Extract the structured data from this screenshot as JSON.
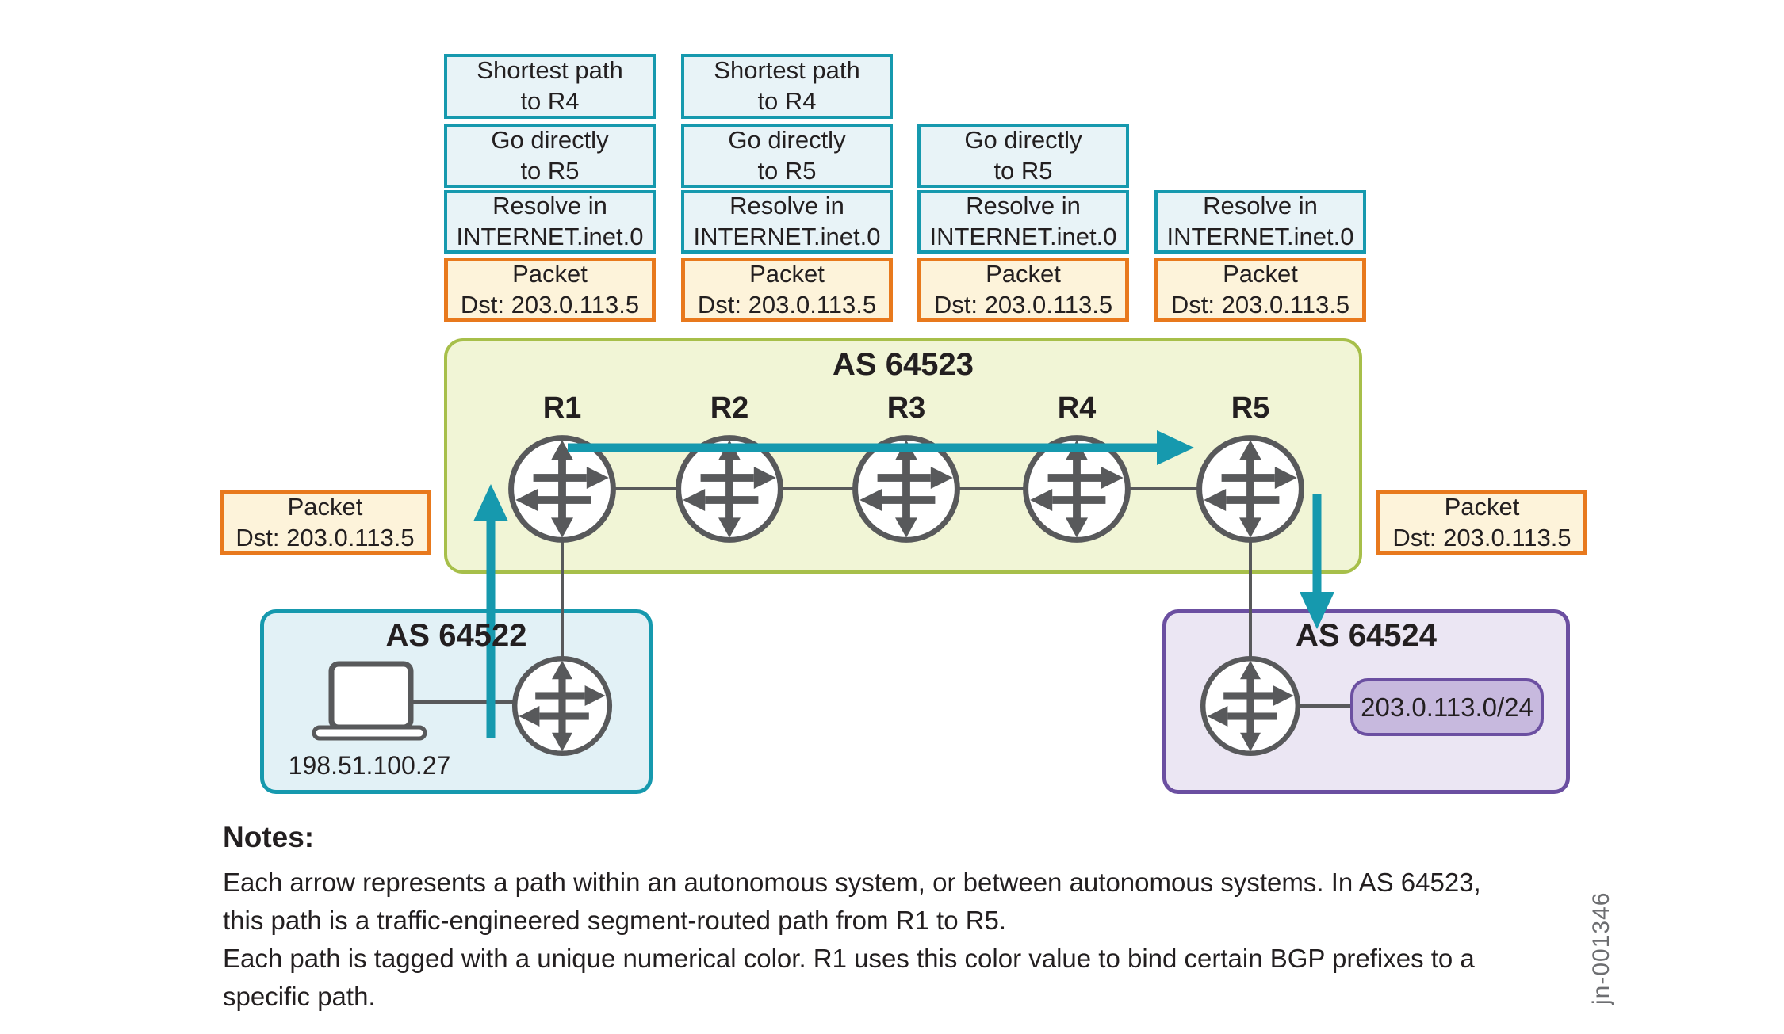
{
  "diagram": {
    "watermark": "jn-001346"
  },
  "stacks": [
    {
      "name": "above-r1",
      "boxes": [
        {
          "kind": "step",
          "text": "Shortest path\nto R4"
        },
        {
          "kind": "step",
          "text": "Go directly\nto R5"
        },
        {
          "kind": "step",
          "text": "Resolve in\nINTERNET.inet.0"
        },
        {
          "kind": "packet",
          "text": "Packet\nDst: 203.0.113.5"
        }
      ]
    },
    {
      "name": "above-r2",
      "boxes": [
        {
          "kind": "step",
          "text": "Shortest path\nto R4"
        },
        {
          "kind": "step",
          "text": "Go directly\nto R5"
        },
        {
          "kind": "step",
          "text": "Resolve in\nINTERNET.inet.0"
        },
        {
          "kind": "packet",
          "text": "Packet\nDst: 203.0.113.5"
        }
      ]
    },
    {
      "name": "above-r3",
      "boxes": [
        {
          "kind": "step",
          "text": "Go directly\nto R5"
        },
        {
          "kind": "step",
          "text": "Resolve in\nINTERNET.inet.0"
        },
        {
          "kind": "packet",
          "text": "Packet\nDst: 203.0.113.5"
        }
      ]
    },
    {
      "name": "above-r4",
      "boxes": [
        {
          "kind": "step",
          "text": "Resolve in\nINTERNET.inet.0"
        },
        {
          "kind": "packet",
          "text": "Packet\nDst: 203.0.113.5"
        }
      ]
    }
  ],
  "packet_boxes": {
    "left": "Packet\nDst: 203.0.113.5",
    "right": "Packet\nDst: 203.0.113.5"
  },
  "as_core": {
    "title": "AS 64523",
    "routers": [
      {
        "label": "R1"
      },
      {
        "label": "R2"
      },
      {
        "label": "R3"
      },
      {
        "label": "R4"
      },
      {
        "label": "R5"
      }
    ]
  },
  "as_source": {
    "title": "AS 64522",
    "host_ip": "198.51.100.27"
  },
  "as_dest": {
    "title": "AS 64524",
    "prefix": "203.0.113.0/24"
  },
  "notes": {
    "heading": "Notes:",
    "para1": "Each arrow represents a path within an autonomous system, or between autonomous systems. In AS 64523,\nthis path is a traffic-engineered segment-routed path from R1 to R5.",
    "para2": "Each path is tagged with a unique numerical color. R1 uses this color value to bind certain BGP prefixes to a\nspecific path."
  },
  "colors": {
    "teal": "#1699ae",
    "teal_fill": "#e8f3f7",
    "orange": "#e8791d",
    "orange_fill": "#fdf3da",
    "green_border": "#a7bf4a",
    "green_fill": "#f1f5d6",
    "source_fill": "#e2f1f6",
    "purple_border": "#6b4fa1",
    "purple_fill": "#ebe6f3",
    "badge_fill": "#c7b9de",
    "gray": "#58595b"
  }
}
